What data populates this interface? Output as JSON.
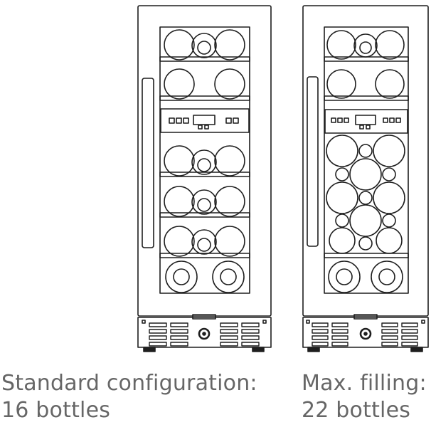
{
  "captions": {
    "standard": {
      "line1": "Standard configuration:",
      "line2": "16 bottles"
    },
    "max": {
      "line1": "Max. filling:",
      "line2": "22 bottles"
    }
  },
  "colors": {
    "line": "#1e1e1e",
    "caption": "#666666",
    "background": "#ffffff"
  },
  "icons": {
    "standard_fridge": "wine-cooler-16-bottles-drawing",
    "max_fridge": "wine-cooler-22-bottles-drawing"
  }
}
